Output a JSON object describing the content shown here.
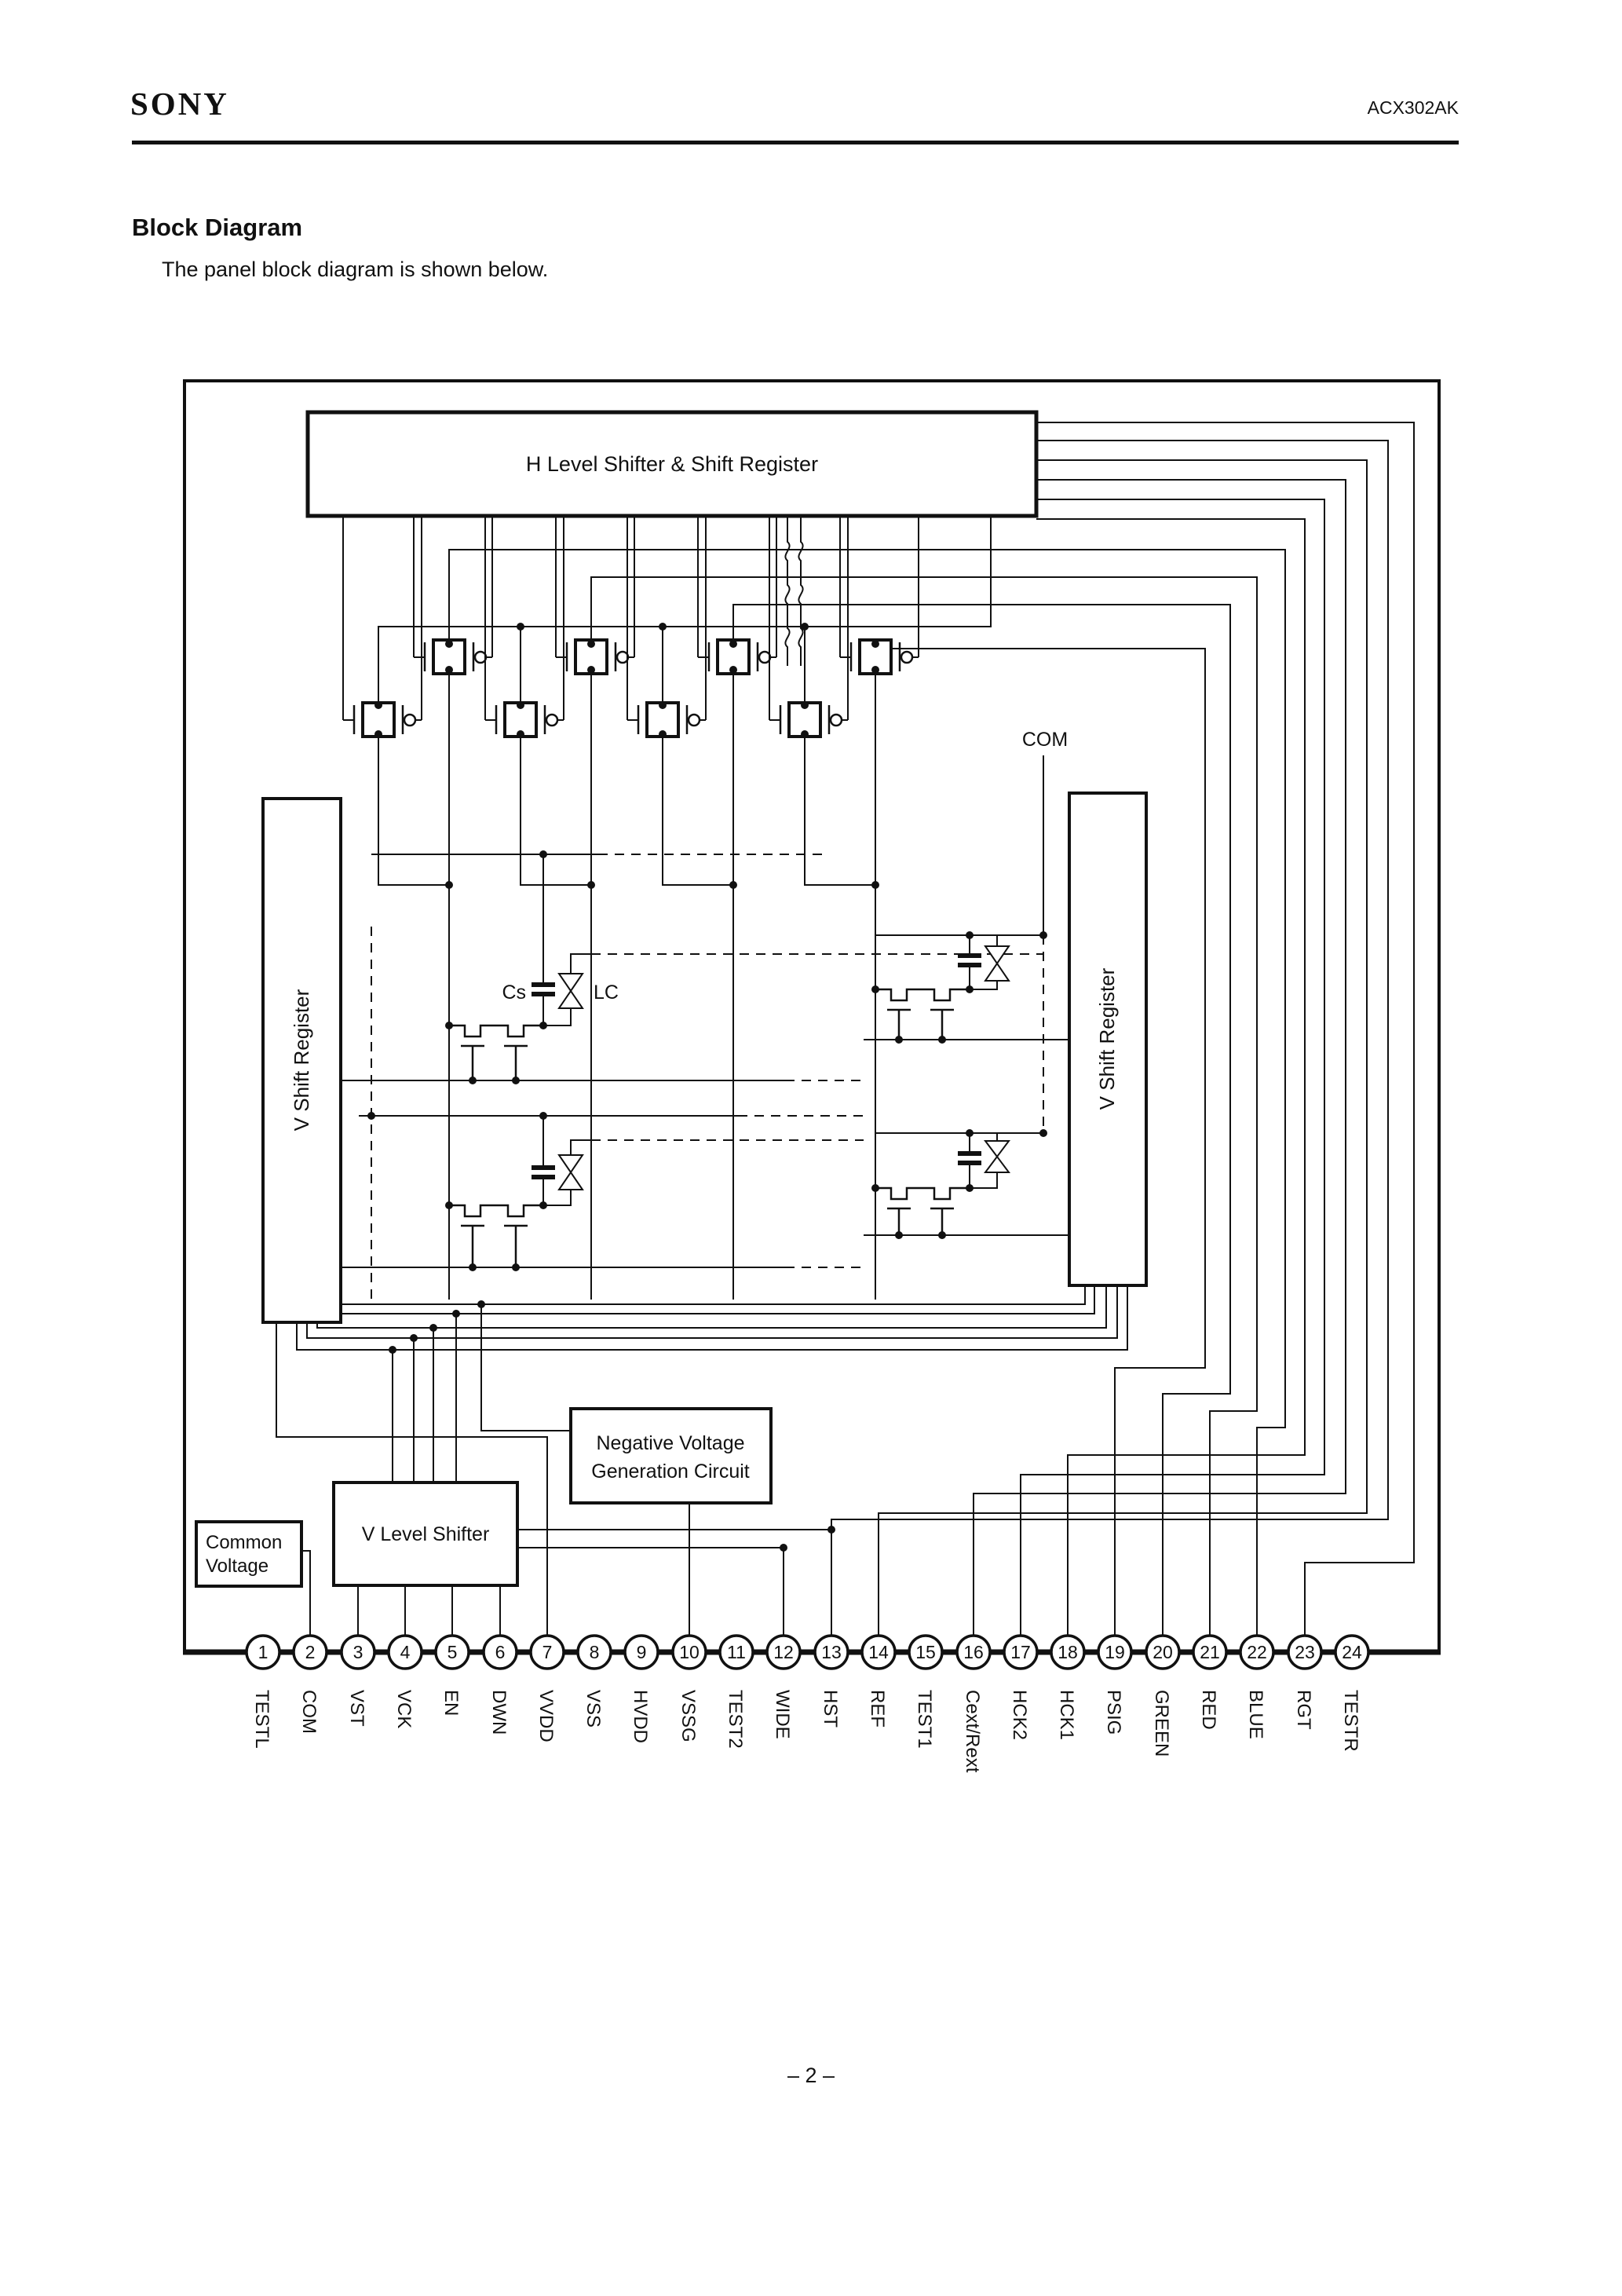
{
  "header": {
    "brand": "SONY",
    "part_number": "ACX302AK"
  },
  "title": "Block Diagram",
  "subtitle": "The panel block diagram is shown below.",
  "page_number": "– 2 –",
  "diagram": {
    "h_shift_register_label": "H Level Shifter & Shift Register",
    "v_shift_register_left_label": "V Shift Register",
    "v_shift_register_right_label": "V Shift Register",
    "negative_voltage_line1": "Negative Voltage",
    "negative_voltage_line2": "Generation Circuit",
    "v_level_shifter_label": "V Level Shifter",
    "common_voltage_line1": "Common",
    "common_voltage_line2": "Voltage",
    "com_label": "COM",
    "cs_label": "Cs",
    "lc_label": "LC",
    "pins": [
      {
        "n": "1",
        "label": "TESTL"
      },
      {
        "n": "2",
        "label": "COM"
      },
      {
        "n": "3",
        "label": "VST"
      },
      {
        "n": "4",
        "label": "VCK"
      },
      {
        "n": "5",
        "label": "EN"
      },
      {
        "n": "6",
        "label": "DWN"
      },
      {
        "n": "7",
        "label": "VVDD"
      },
      {
        "n": "8",
        "label": "VSS"
      },
      {
        "n": "9",
        "label": "HVDD"
      },
      {
        "n": "10",
        "label": "VSSG"
      },
      {
        "n": "11",
        "label": "TEST2"
      },
      {
        "n": "12",
        "label": "WIDE"
      },
      {
        "n": "13",
        "label": "HST"
      },
      {
        "n": "14",
        "label": "REF"
      },
      {
        "n": "15",
        "label": "TEST1"
      },
      {
        "n": "16",
        "label": "Cext/Rext"
      },
      {
        "n": "17",
        "label": "HCK2"
      },
      {
        "n": "18",
        "label": "HCK1"
      },
      {
        "n": "19",
        "label": "PSIG"
      },
      {
        "n": "20",
        "label": "GREEN"
      },
      {
        "n": "21",
        "label": "RED"
      },
      {
        "n": "22",
        "label": "BLUE"
      },
      {
        "n": "23",
        "label": "RGT"
      },
      {
        "n": "24",
        "label": "TESTR"
      }
    ]
  }
}
